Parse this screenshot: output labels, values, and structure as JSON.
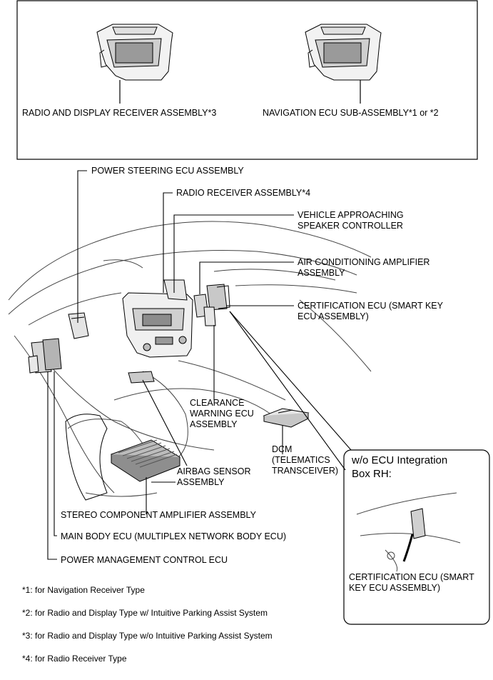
{
  "top_panel": {
    "radio_display": "RADIO AND DISPLAY RECEIVER ASSEMBLY*3",
    "navigation_ecu": "NAVIGATION ECU SUB-ASSEMBLY*1 or *2"
  },
  "labels": {
    "power_steering": "POWER STEERING ECU ASSEMBLY",
    "radio_receiver": "RADIO RECEIVER ASSEMBLY*4",
    "vehicle_approaching": "VEHICLE APPROACHING\nSPEAKER CONTROLLER",
    "air_conditioning": "AIR CONDITIONING AMPLIFIER\nASSEMBLY",
    "certification": "CERTIFICATION ECU (SMART KEY\nECU ASSEMBLY)",
    "clearance": "CLEARANCE\nWARNING ECU\nASSEMBLY",
    "dcm": "DCM\n(TELEMATICS\nTRANSCEIVER)",
    "airbag": "AIRBAG SENSOR\nASSEMBLY",
    "stereo": "STEREO COMPONENT AMPLIFIER ASSEMBLY",
    "main_body": "MAIN BODY ECU (MULTIPLEX NETWORK BODY ECU)",
    "power_management": "POWER MANAGEMENT CONTROL ECU"
  },
  "inset": {
    "title": "w/o ECU Integration\nBox RH:",
    "certification": "CERTIFICATION ECU (SMART\nKEY ECU ASSEMBLY)"
  },
  "notes": [
    "*1: for Navigation Receiver Type",
    "*2: for Radio and Display Type w/ Intuitive Parking Assist System",
    "*3: for Radio and Display Type w/o Intuitive Parking Assist System",
    "*4: for Radio Receiver Type"
  ]
}
